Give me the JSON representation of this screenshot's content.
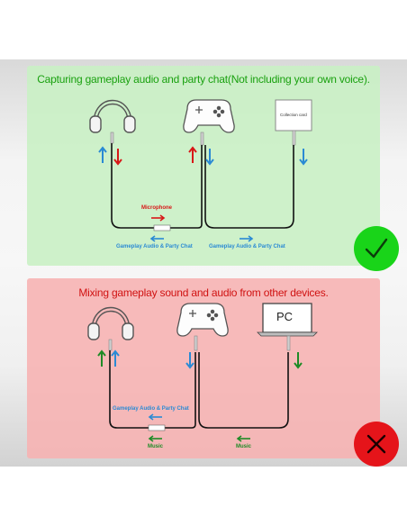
{
  "good": {
    "title": "Capturing gameplay audio and party chat(Not including your own voice).",
    "capture_card_label": "Collection card",
    "microphone_label": "Microphone",
    "gameplay_label_left": "Gameplay Audio & Party Chat",
    "gameplay_label_right": "Gameplay Audio & Party Chat",
    "status_icon": "check-icon",
    "color": "#19a10f"
  },
  "bad": {
    "title": "Mixing gameplay sound and audio from other devices.",
    "pc_label": "PC",
    "gameplay_label": "Gameplay Audio & Party Chat",
    "music_label_left": "Music",
    "music_label_right": "Music",
    "status_icon": "x-icon",
    "color": "#d01212"
  },
  "colors": {
    "blue_arrow": "#2a8ad4",
    "red_arrow": "#d81818",
    "green_arrow": "#1f8a26"
  }
}
